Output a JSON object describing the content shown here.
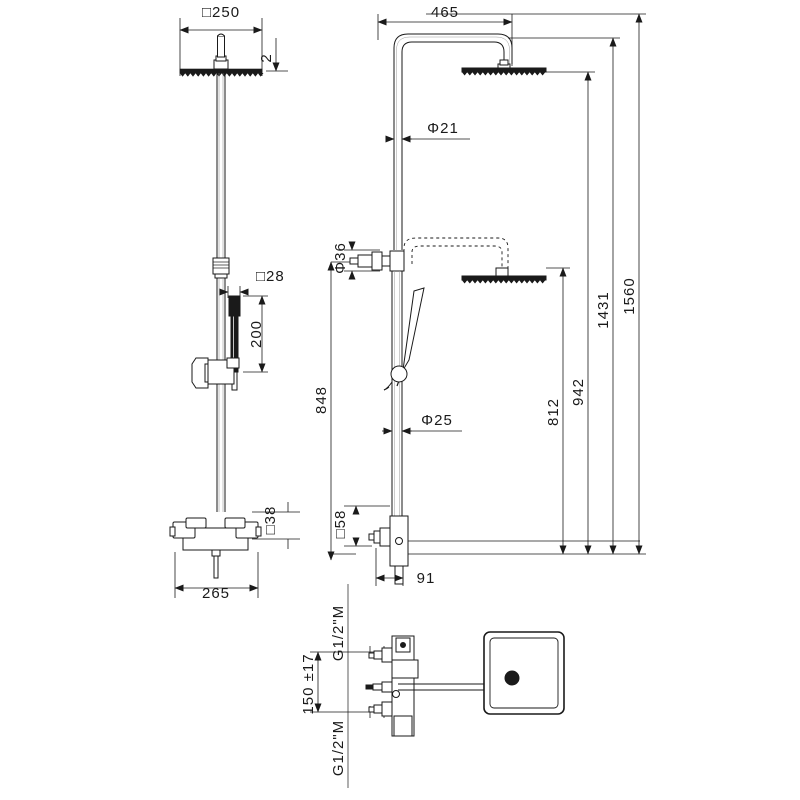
{
  "drawing": {
    "title": "Shower column technical drawing",
    "line_color": "#1a1a1a",
    "fill_color": "#ffffff",
    "dark_fill": "#1a1a1a",
    "background": "#ffffff"
  },
  "front_view": {
    "name": "front-elevation",
    "dimensions": {
      "head_width": "□250",
      "head_thickness": "2",
      "hand_shower_width": "□28",
      "hand_shower_length": "200",
      "valve_depth": "□38",
      "valve_width": "265"
    }
  },
  "side_view": {
    "name": "side-elevation",
    "dimensions": {
      "arm_reach": "465",
      "arm_diameter": "Φ21",
      "wall_union_size": "Φ36",
      "riser_diameter": "Φ25",
      "valve_size": "□58",
      "valve_projection": "91",
      "height_to_valve": "848",
      "height_hand_shower": "812",
      "height_low_head": "942",
      "height_arm_low": "1431",
      "height_total": "1560"
    }
  },
  "bottom_detail": {
    "name": "rough-in-detail",
    "dimensions": {
      "inlet_spacing": "150 ±17",
      "inlet_top": "G1/2\"M",
      "inlet_bottom": "G1/2\"M"
    }
  },
  "plan_view": {
    "name": "shower-head-plan",
    "label": ""
  }
}
